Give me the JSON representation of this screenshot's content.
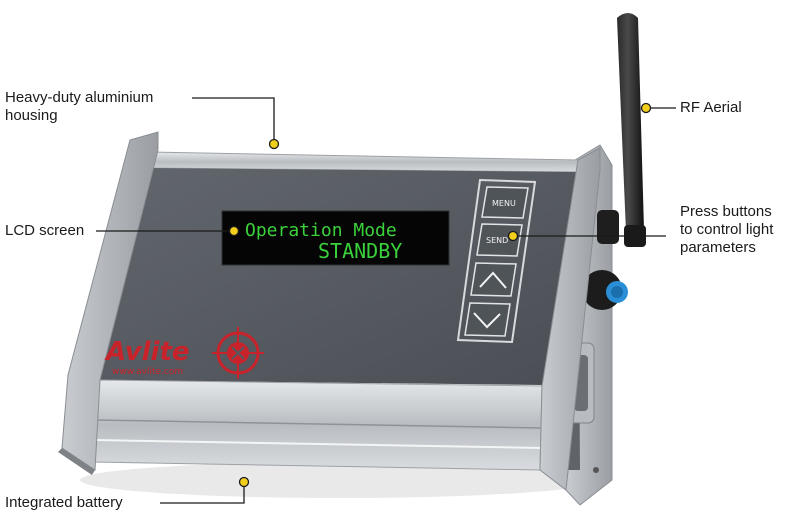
{
  "labels": {
    "housing_line1": "Heavy-duty aluminium",
    "housing_line2": "housing",
    "rf_aerial": "RF Aerial",
    "lcd_screen": "LCD screen",
    "press_line1": "Press buttons",
    "press_line2": "to control light",
    "press_line3": "parameters",
    "battery": "Integrated battery"
  },
  "lcd": {
    "line1": "Operation Mode",
    "line2": "STANDBY"
  },
  "buttons": {
    "menu": "MENU",
    "send": "SEND"
  },
  "brand": {
    "name": "Avlite",
    "url": "www.avlite.com"
  },
  "colors": {
    "callout_dot": "#f2cf1b",
    "lcd_text": "#3bd13b",
    "brand_red": "#c8232b",
    "face_panel": "#555a60"
  }
}
